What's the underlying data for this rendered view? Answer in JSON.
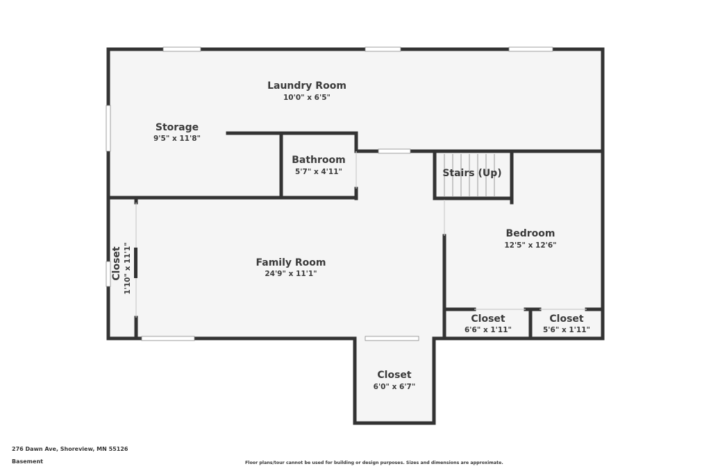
{
  "colors": {
    "wall": "#333333",
    "floor": "#f5f5f5",
    "window": "#ffffff",
    "text": "#3a3a3a"
  },
  "rooms": [
    {
      "id": "laundry",
      "name": "Laundry Room",
      "dims": "10'0\" x 6'5\""
    },
    {
      "id": "storage",
      "name": "Storage",
      "dims": "9'5\" x 11'8\""
    },
    {
      "id": "bathroom",
      "name": "Bathroom",
      "dims": "5'7\" x 4'11\""
    },
    {
      "id": "stairs",
      "name": "Stairs (Up)",
      "dims": ""
    },
    {
      "id": "bedroom",
      "name": "Bedroom",
      "dims": "12'5\" x 12'6\""
    },
    {
      "id": "family",
      "name": "Family Room",
      "dims": "24'9\" x 11'1\""
    },
    {
      "id": "closet-left",
      "name": "Closet",
      "dims": "1'10\" x 11'1\""
    },
    {
      "id": "closet-br1",
      "name": "Closet",
      "dims": "6'6\" x 1'11\""
    },
    {
      "id": "closet-br2",
      "name": "Closet",
      "dims": "5'6\" x 1'11\""
    },
    {
      "id": "closet-bottom",
      "name": "Closet",
      "dims": "6'0\" x 6'7\""
    }
  ],
  "footer": {
    "address": "276 Dawn Ave, Shoreview, MN 55126",
    "level": "Basement",
    "disclaimer": "Floor plans/tour cannot be used for building or design purposes. Sizes and dimensions are approximate."
  }
}
